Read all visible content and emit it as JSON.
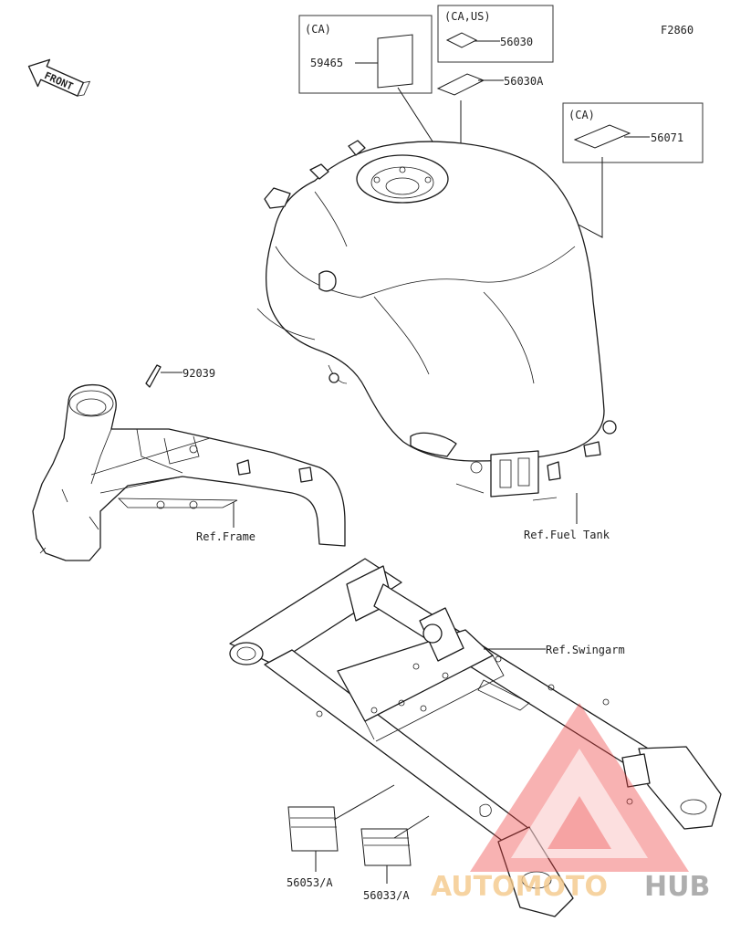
{
  "figure_code": "F2860",
  "front_arrow": {
    "label": "FRONT",
    "icon": "front-direction-arrow-icon"
  },
  "region_boxes": [
    {
      "id": "box-ca-59465",
      "region": "(CA)"
    },
    {
      "id": "box-ca-us-56030",
      "region": "(CA,US)"
    },
    {
      "id": "box-ca-56071",
      "region": "(CA)"
    }
  ],
  "callouts": [
    {
      "id": "59465",
      "label": "59465"
    },
    {
      "id": "56030",
      "label": "56030"
    },
    {
      "id": "56030A",
      "label": "56030A"
    },
    {
      "id": "56071",
      "label": "56071"
    },
    {
      "id": "92039",
      "label": "92039"
    },
    {
      "id": "56053A",
      "label": "56053/A"
    },
    {
      "id": "56033A",
      "label": "56033/A"
    }
  ],
  "references": [
    {
      "id": "frame",
      "label": "Ref.Frame"
    },
    {
      "id": "fuel-tank",
      "label": "Ref.Fuel Tank"
    },
    {
      "id": "swingarm",
      "label": "Ref.Swingarm"
    }
  ],
  "watermark": {
    "part1": "AUTOMOTO",
    "part2": "HUB",
    "color_part1": "#f5c98a",
    "color_part2": "#9a9a9a",
    "logo_color": "#ee4444"
  }
}
